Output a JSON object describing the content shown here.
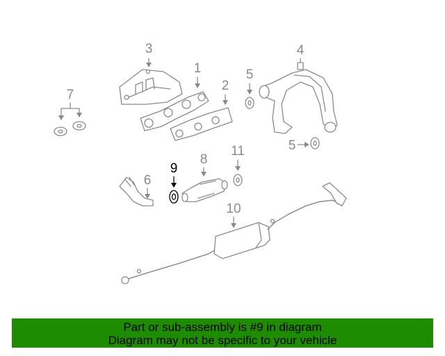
{
  "callouts": {
    "c1": "1",
    "c2": "2",
    "c3": "3",
    "c4": "4",
    "c5a": "5",
    "c5b": "5",
    "c6": "6",
    "c7": "7",
    "c8": "8",
    "c9": "9",
    "c10": "10",
    "c11": "11"
  },
  "highlighted_part": "9",
  "banner": {
    "line1": "Part or sub-assembly is #9 in diagram",
    "line2": "Diagram may not be specific to your vehicle"
  },
  "colors": {
    "banner_background": "#1e8c00",
    "line_art": "#8a8a8a",
    "highlight": "#000000"
  }
}
